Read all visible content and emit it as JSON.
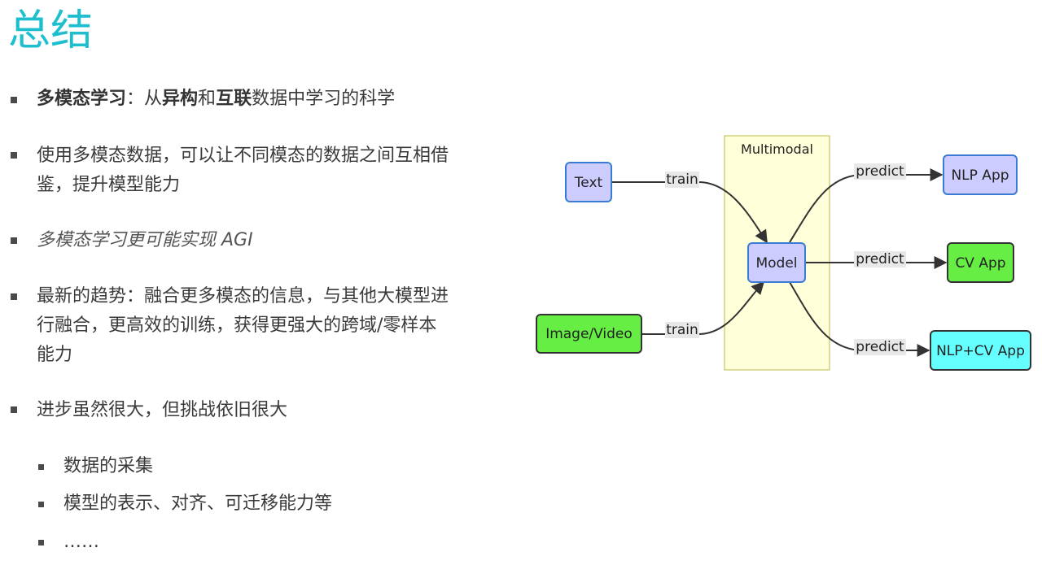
{
  "slide": {
    "title": "总结"
  },
  "bullets": {
    "b1": {
      "strong1": "多模态学习",
      "t1": "：从",
      "strong2": "异构",
      "t2": "和",
      "strong3": "互联",
      "t3": "数据中学习的科学"
    },
    "b2": {
      "line1": "使用多模态数据，可以让不同模态的数据之间互相借",
      "line2": "鉴，提升模型能力"
    },
    "b3": {
      "text": "多模态学习更可能实现 AGI"
    },
    "b4": {
      "line1": "最新的趋势：融合更多模态的信息，与其他大模型进",
      "line2": "行融合，更高效的训练，获得更强大的跨域/零样本",
      "line3": "能力"
    },
    "b5": {
      "text": "进步虽然很大，但挑战依旧很大"
    },
    "sub": [
      {
        "text": "数据的采集"
      },
      {
        "text": "模型的表示、对齐、可迁移能力等"
      },
      {
        "text": "……"
      }
    ]
  },
  "diagram": {
    "cluster": {
      "label": "Multimodal",
      "fill": "#ffffd9",
      "stroke": "#b8b84a"
    },
    "nodes": {
      "text": {
        "label": "Text",
        "fill": "#ccccff",
        "stroke": "#3a7bd5"
      },
      "image": {
        "label": "Image/Video",
        "fill": "#66ee44",
        "stroke": "#333333"
      },
      "model": {
        "label": "Model",
        "fill": "#ccccff",
        "stroke": "#3a7bd5"
      },
      "nlp": {
        "label": "NLP App",
        "fill": "#ccccff",
        "stroke": "#3a7bd5"
      },
      "cv": {
        "label": "CV App",
        "fill": "#66ee44",
        "stroke": "#333333"
      },
      "nlpcv": {
        "label": "NLP+CV App",
        "fill": "#66ffff",
        "stroke": "#333333"
      }
    },
    "edges": {
      "text_model": "train",
      "image_model": "train",
      "model_nlp": "predict",
      "model_cv": "predict",
      "model_nlpcv": "predict"
    },
    "edge_color": "#333333",
    "edge_label_bg": "#e8e8e8"
  }
}
